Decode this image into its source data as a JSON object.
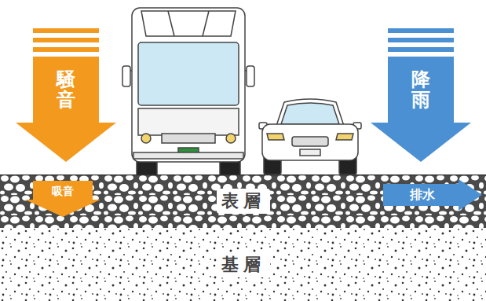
{
  "diagram": {
    "nodes": [
      {
        "text": [
          "騒音"
        ]
      },
      {
        "text": [
          "降雨"
        ]
      },
      {
        "text": [
          "表層"
        ]
      },
      {
        "text": [
          "吸音"
        ],
        "in": 2
      },
      {
        "text": [
          "排水"
        ],
        "in": 2
      },
      {
        "text": [
          "基層"
        ]
      }
    ]
  }
}
